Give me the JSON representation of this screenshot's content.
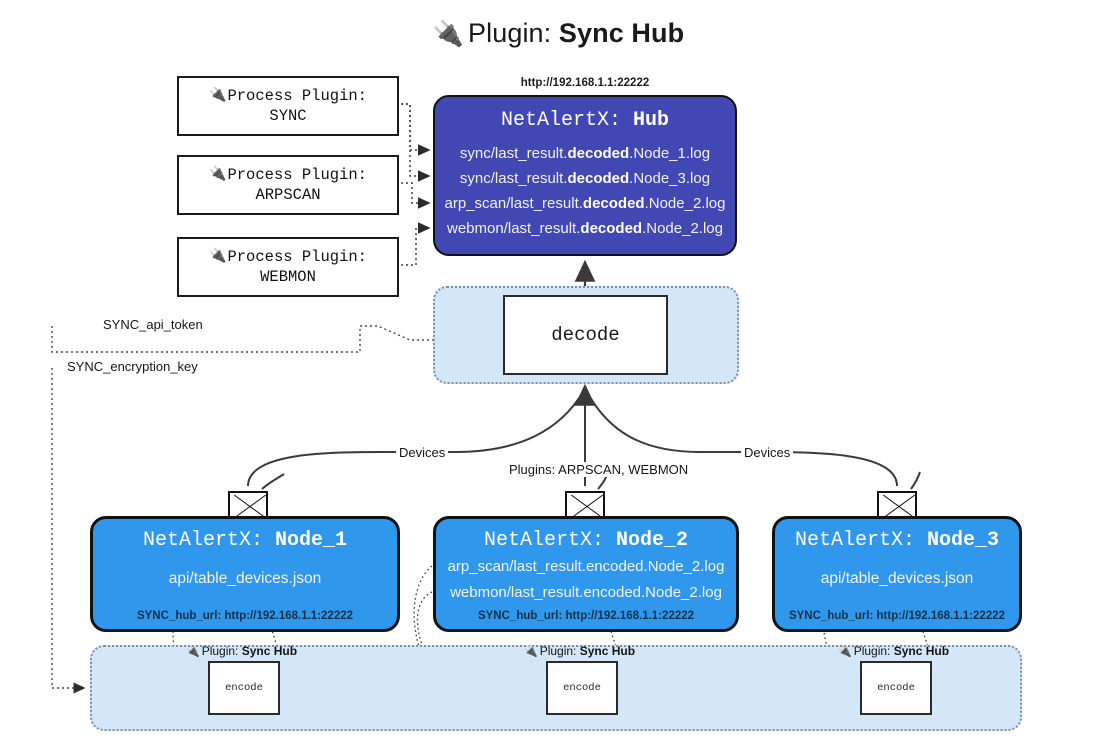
{
  "title": {
    "icon": "plug-icon",
    "prefix": "Plugin:",
    "name": "Sync Hub"
  },
  "process_plugins": [
    {
      "icon": "plug-icon",
      "line1": "Process Plugin:",
      "line2": "SYNC"
    },
    {
      "icon": "plug-icon",
      "line1": "Process Plugin:",
      "line2": "ARPSCAN"
    },
    {
      "icon": "plug-icon",
      "line1": "Process Plugin:",
      "line2": "WEBMON"
    }
  ],
  "hub": {
    "url": "http://192.168.1.1:22222",
    "title_prefix": "NetAlertX:",
    "title_name": "Hub",
    "logs": [
      {
        "pre": "sync/last_result.",
        "mid": "decoded",
        "post": ".Node_1.log"
      },
      {
        "pre": "sync/last_result.",
        "mid": "decoded",
        "post": ".Node_3.log"
      },
      {
        "pre": "arp_scan/last_result.",
        "mid": "decoded",
        "post": ".Node_2.log"
      },
      {
        "pre": "webmon/last_result.",
        "mid": "decoded",
        "post": ".Node_2.log"
      }
    ]
  },
  "decode": {
    "label": "decode"
  },
  "secrets": [
    {
      "label": "SYNC_api_token"
    },
    {
      "label": "SYNC_encryption_key"
    }
  ],
  "edge_labels": {
    "devices_left": "Devices",
    "devices_right": "Devices",
    "plugins_center": "Plugins: ARPSCAN, WEBMON"
  },
  "nodes": [
    {
      "icon": "envelope-icon",
      "title_prefix": "NetAlertX:",
      "title_name": "Node_1",
      "lines": [
        "api/table_devices.json"
      ],
      "url_key": "SYNC_hub_url:",
      "url_value": "http://192.168.1.1:22222"
    },
    {
      "icon": "envelope-icon",
      "title_prefix": "NetAlertX:",
      "title_name": "Node_2",
      "lines": [
        "arp_scan/last_result.encoded.Node_2.log",
        "webmon/last_result.encoded.Node_2.log"
      ],
      "url_key": "SYNC_hub_url:",
      "url_value": "http://192.168.1.1:22222"
    },
    {
      "icon": "envelope-icon",
      "title_prefix": "NetAlertX:",
      "title_name": "Node_3",
      "lines": [
        "api/table_devices.json"
      ],
      "url_key": "SYNC_hub_url:",
      "url_value": "http://192.168.1.1:22222"
    }
  ],
  "encoders": [
    {
      "icon": "plug-icon",
      "label_prefix": "Plugin:",
      "label_name": "Sync Hub",
      "box": "encode"
    },
    {
      "icon": "plug-icon",
      "label_prefix": "Plugin:",
      "label_name": "Sync Hub",
      "box": "encode"
    },
    {
      "icon": "plug-icon",
      "label_prefix": "Plugin:",
      "label_name": "Sync Hub",
      "box": "encode"
    }
  ],
  "colors": {
    "hub": "#4148b4",
    "node": "#2f97ec",
    "container": "#d4e7f8",
    "container_border": "#7d8fa0",
    "stroke": "#2b2b2b"
  }
}
